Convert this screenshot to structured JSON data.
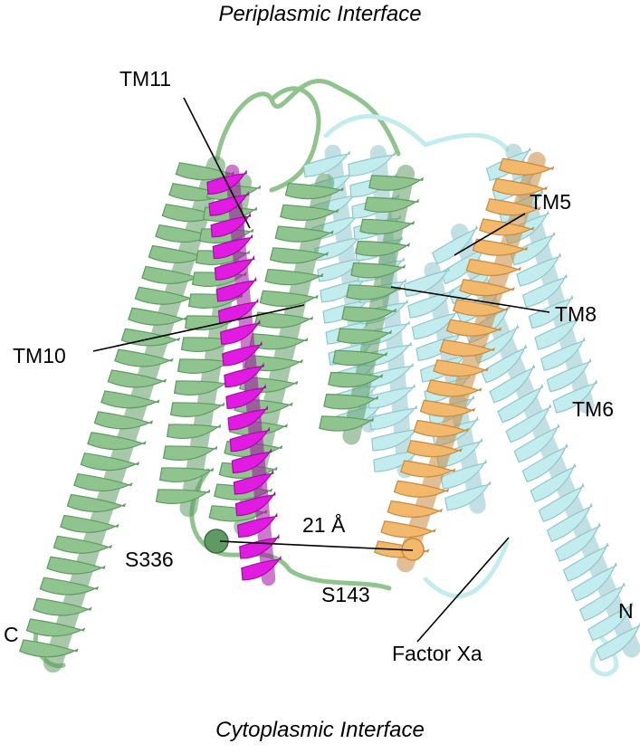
{
  "interfaces": {
    "top": "Periplasmic Interface",
    "bottom": "Cytoplasmic Interface"
  },
  "labels": {
    "tm11": "TM11",
    "tm5": "TM5",
    "tm8": "TM8",
    "tm10": "TM10",
    "tm6": "TM6",
    "distance": "21 Å",
    "s336": "S336",
    "s143": "S143",
    "c_term": "C",
    "n_term": "N",
    "factor_xa": "Factor Xa"
  },
  "colors": {
    "green_helix": "#8fc48f",
    "green_dark": "#5e9a62",
    "cyan_helix": "#c3ecef",
    "cyan_dark": "#8fc7cc",
    "orange_helix": "#f2b86c",
    "orange_dark": "#c98a3f",
    "magenta_helix": "#e21be2",
    "magenta_dark": "#a00ea0"
  }
}
